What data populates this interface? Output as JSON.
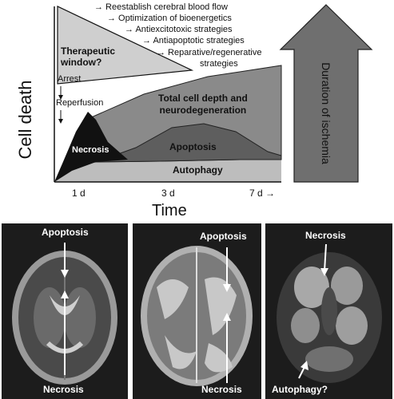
{
  "diagram": {
    "y_axis_label": "Cell death",
    "x_axis_label": "Time",
    "x_ticks": [
      "1 d",
      "3 d",
      "7 d →"
    ],
    "therapeutic_window_label": [
      "Therapeutic",
      "window?"
    ],
    "strategies": [
      "→ Reestablish cerebral blood flow",
      "→ Optimization of bioenergetics",
      "→ Antiexcitotoxic strategies",
      "→ Antiapoptotic strategies",
      "→ Reparative/regenerative",
      "strategies"
    ],
    "arrest_label": "Arrest",
    "reperfusion_label": "Reperfusion",
    "region_total": [
      "Total cell depth and",
      "neurodegeneration"
    ],
    "region_necrosis": "Necrosis",
    "region_apoptosis": "Apoptosis",
    "region_autophagy": "Autophagy",
    "duration_label": "Duration of ischemia",
    "colors": {
      "necrosis": "#111111",
      "total": "#8a8a8a",
      "apoptosis": "#5e5e5e",
      "autophagy": "#bdbdbd",
      "window": "#cfcfcf"
    }
  },
  "mri_panels": [
    {
      "top_label": "Apoptosis",
      "bottom_label": "Necrosis"
    },
    {
      "top_label": "Apoptosis",
      "bottom_label": "Necrosis"
    },
    {
      "top_label": "Necrosis",
      "bottom_label": "Autophagy?"
    }
  ]
}
